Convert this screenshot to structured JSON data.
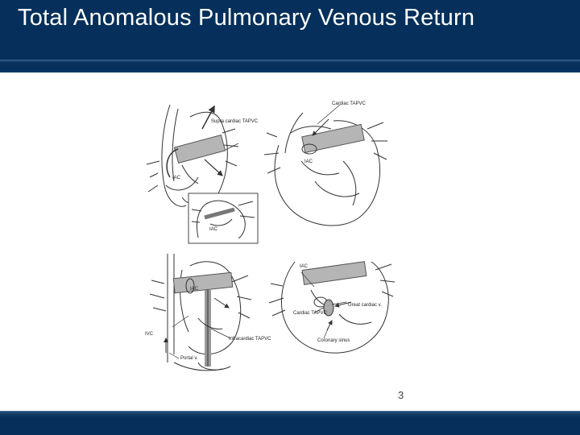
{
  "slide": {
    "title": "Total Anomalous Pulmonary Venous Return",
    "page_number": "3"
  },
  "figure": {
    "labels": {
      "supracardiac": "Supra cardiac TAPVC",
      "iac_1": "IAC",
      "iac_2": "IAC",
      "cardiac_header": "Cardiac TAPVC",
      "iac_3": "IAC",
      "iac_4": "IAC",
      "ivc": "IVC",
      "infracardiac": "Infracardiac TAPVC",
      "portal": "Portal v.",
      "iac_5": "IAC",
      "cardiac_lower": "Cardiac TAPVC",
      "great_cardiac": "Great cardiac v.",
      "coronary_sinus": "Coronary sinus"
    }
  },
  "colors": {
    "title_bar": "#06305b",
    "title_text": "#ffffff",
    "background": "#ffffff",
    "line_art": "#333333",
    "shading": "#b5b5b5"
  }
}
